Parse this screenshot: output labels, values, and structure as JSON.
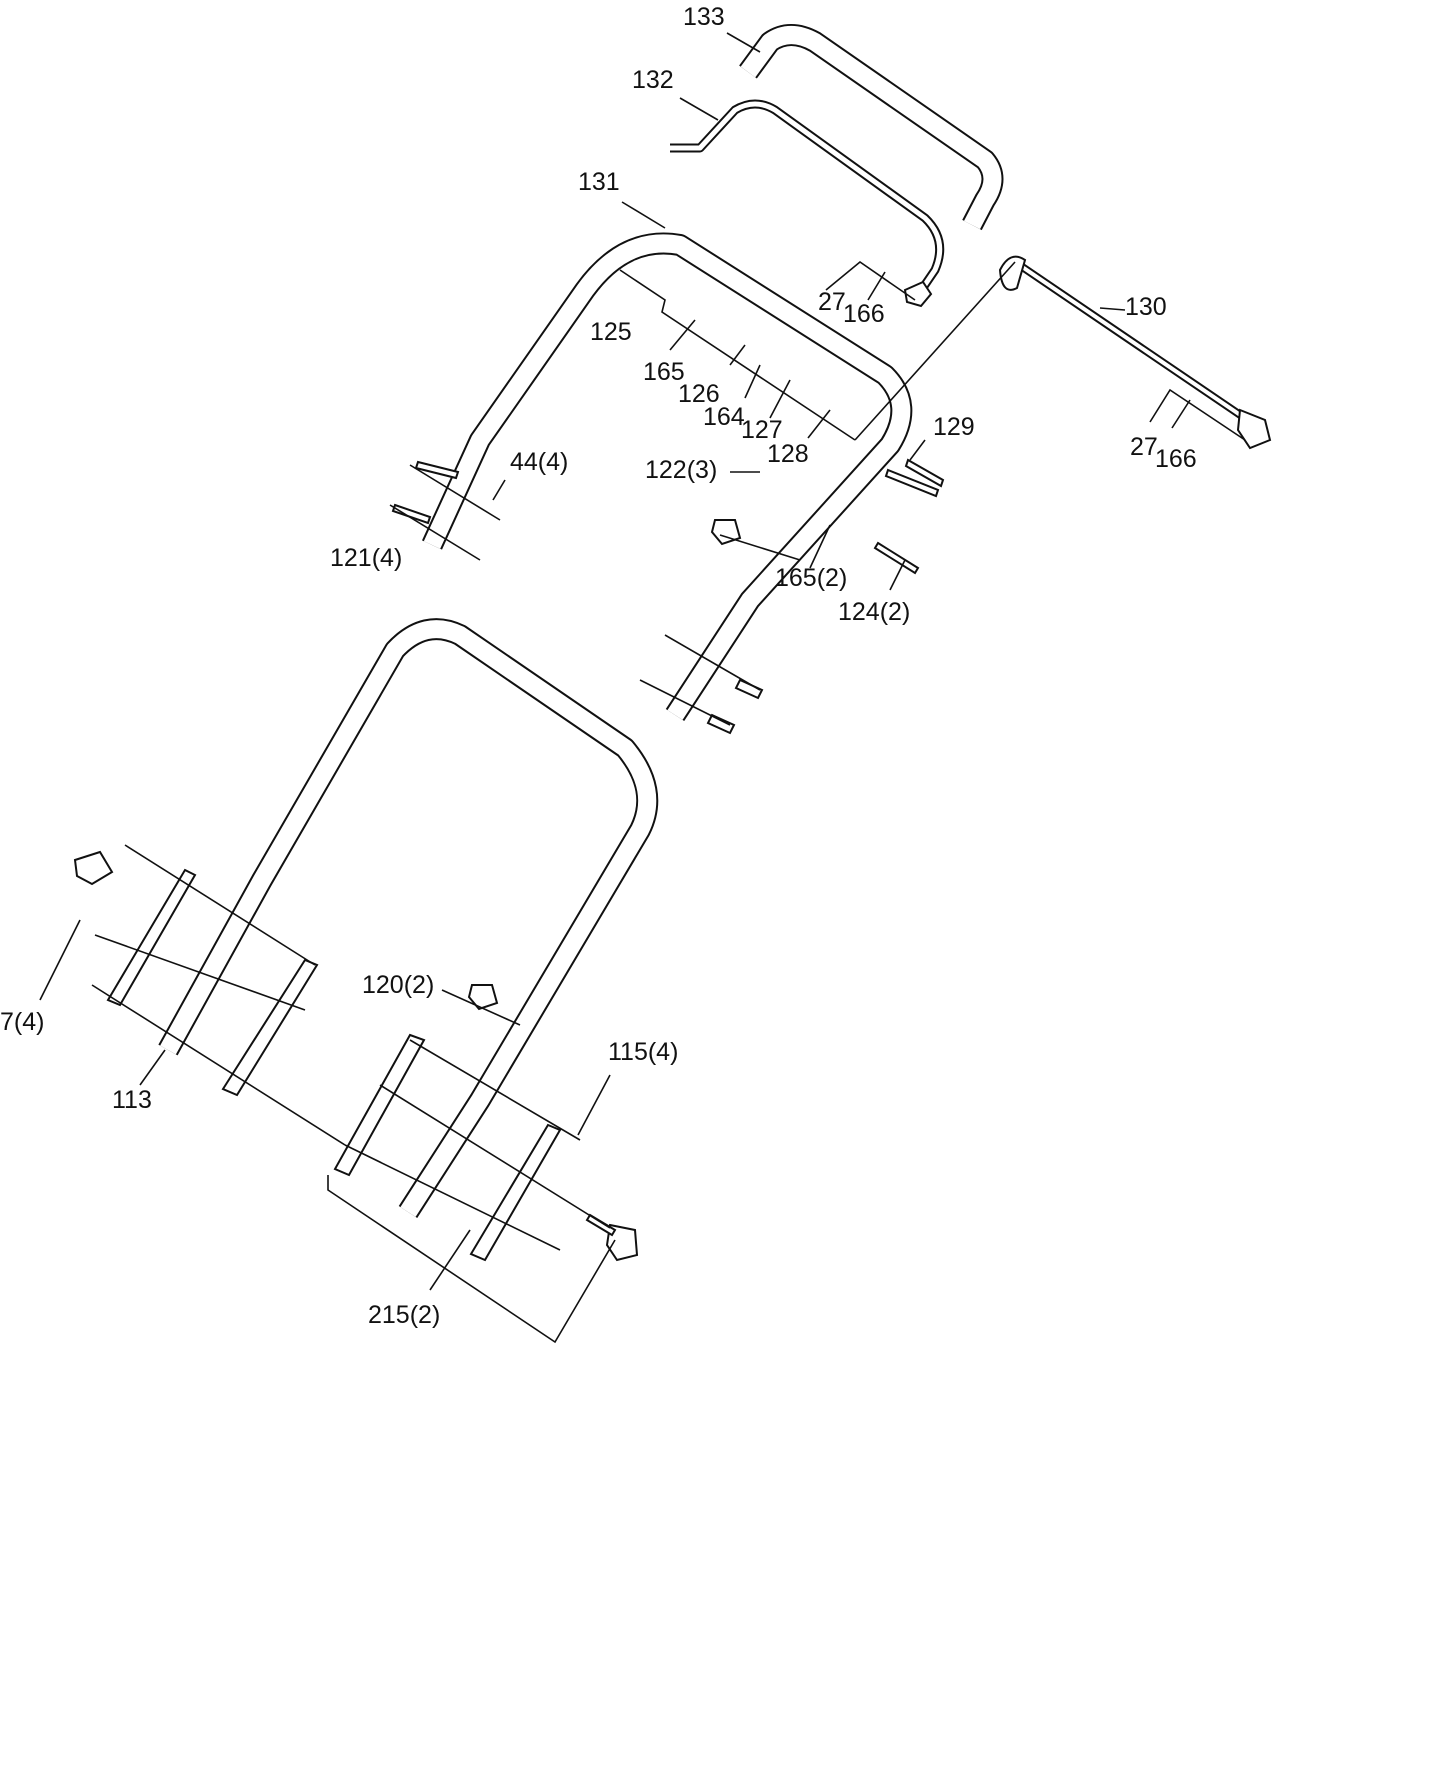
{
  "diagram": {
    "labels": {
      "l133": "133",
      "l132": "132",
      "l131": "131",
      "l125": "125",
      "l165": "165",
      "l126": "126",
      "l164": "164",
      "l127": "127",
      "l128": "128",
      "l122": "122(3)",
      "l44": "44(4)",
      "l121": "121(4)",
      "l27a": "27",
      "l166a": "166",
      "l130": "130",
      "l129": "129",
      "l27b": "27",
      "l166b": "166",
      "l165b": "165(2)",
      "l124": "124(2)",
      "l7": "7(4)",
      "l113": "113",
      "l120": "120(2)",
      "l115": "115(4)",
      "l215": "215(2)"
    }
  }
}
